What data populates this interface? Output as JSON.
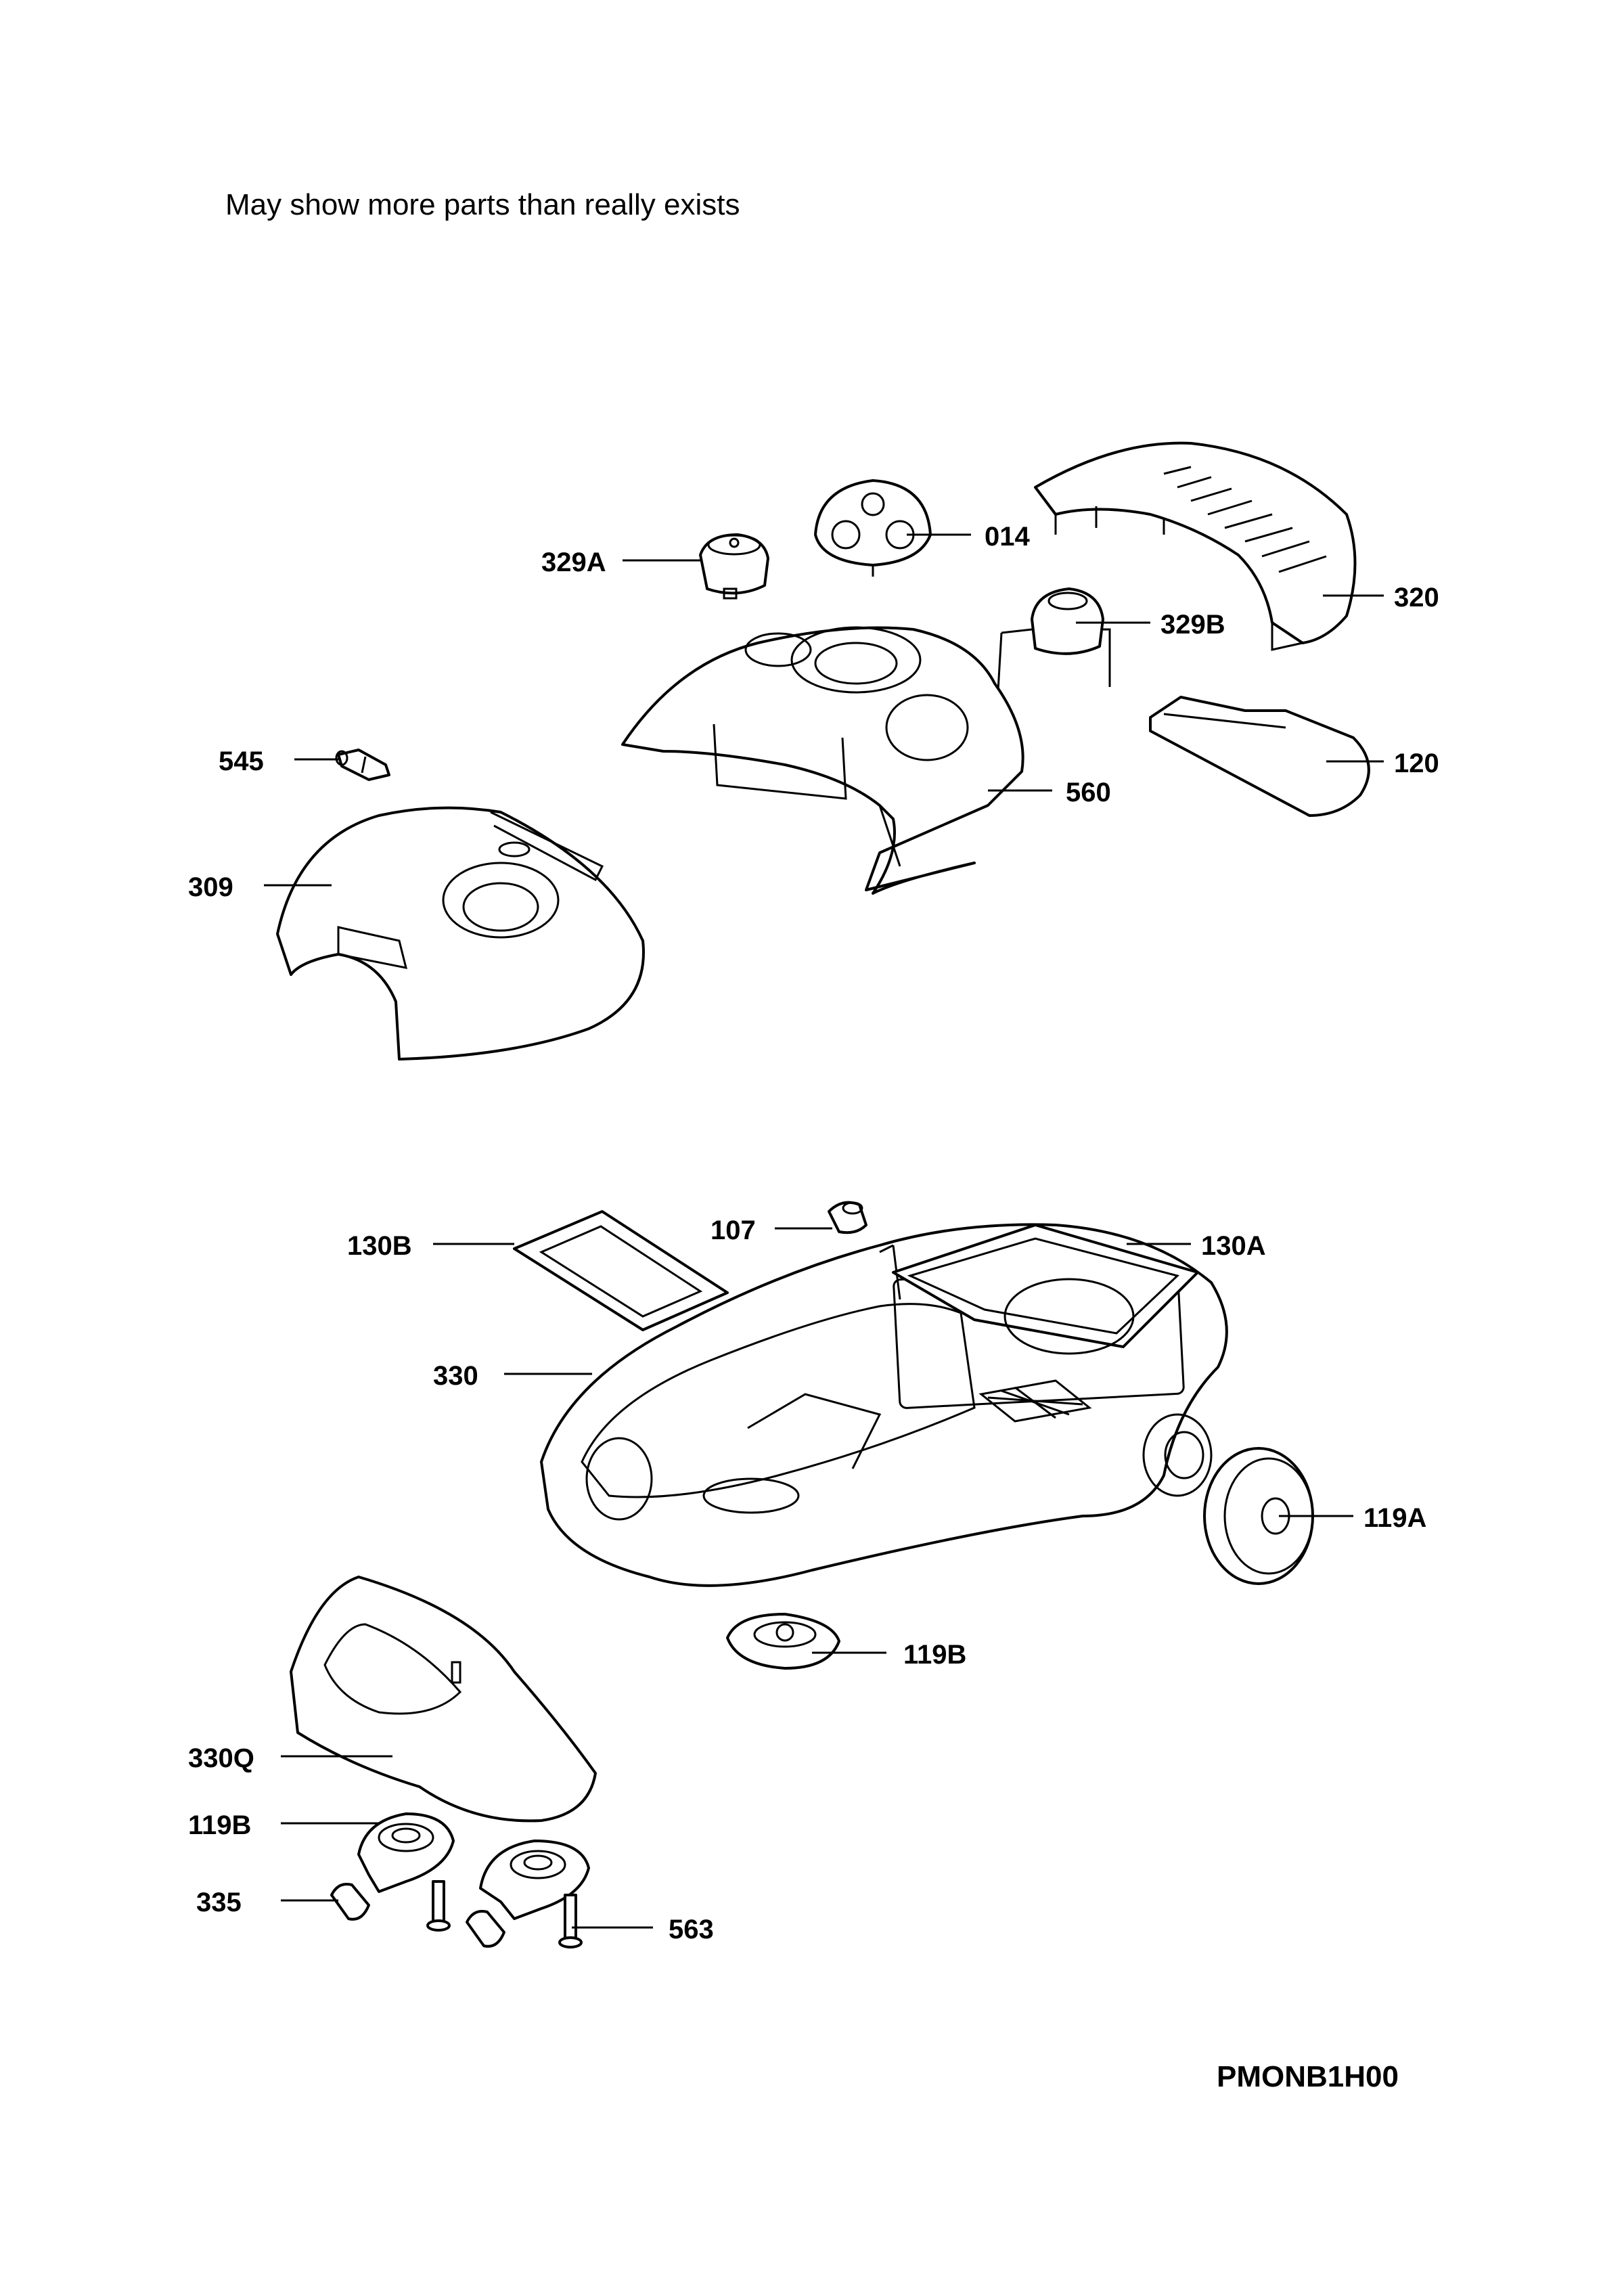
{
  "note": "May show more parts than really exists",
  "drawing_code": "PMONB1H00",
  "parts": [
    {
      "id": "014",
      "label": "014"
    },
    {
      "id": "329A",
      "label": "329A"
    },
    {
      "id": "320",
      "label": "320"
    },
    {
      "id": "329B",
      "label": "329B"
    },
    {
      "id": "545",
      "label": "545"
    },
    {
      "id": "120",
      "label": "120"
    },
    {
      "id": "560",
      "label": "560"
    },
    {
      "id": "309",
      "label": "309"
    },
    {
      "id": "107",
      "label": "107"
    },
    {
      "id": "130B",
      "label": "130B"
    },
    {
      "id": "130A",
      "label": "130A"
    },
    {
      "id": "330",
      "label": "330"
    },
    {
      "id": "119A",
      "label": "119A"
    },
    {
      "id": "119B_top",
      "label": "119B"
    },
    {
      "id": "330Q",
      "label": "330Q"
    },
    {
      "id": "119B_bottom",
      "label": "119B"
    },
    {
      "id": "335",
      "label": "335"
    },
    {
      "id": "563",
      "label": "563"
    }
  ]
}
